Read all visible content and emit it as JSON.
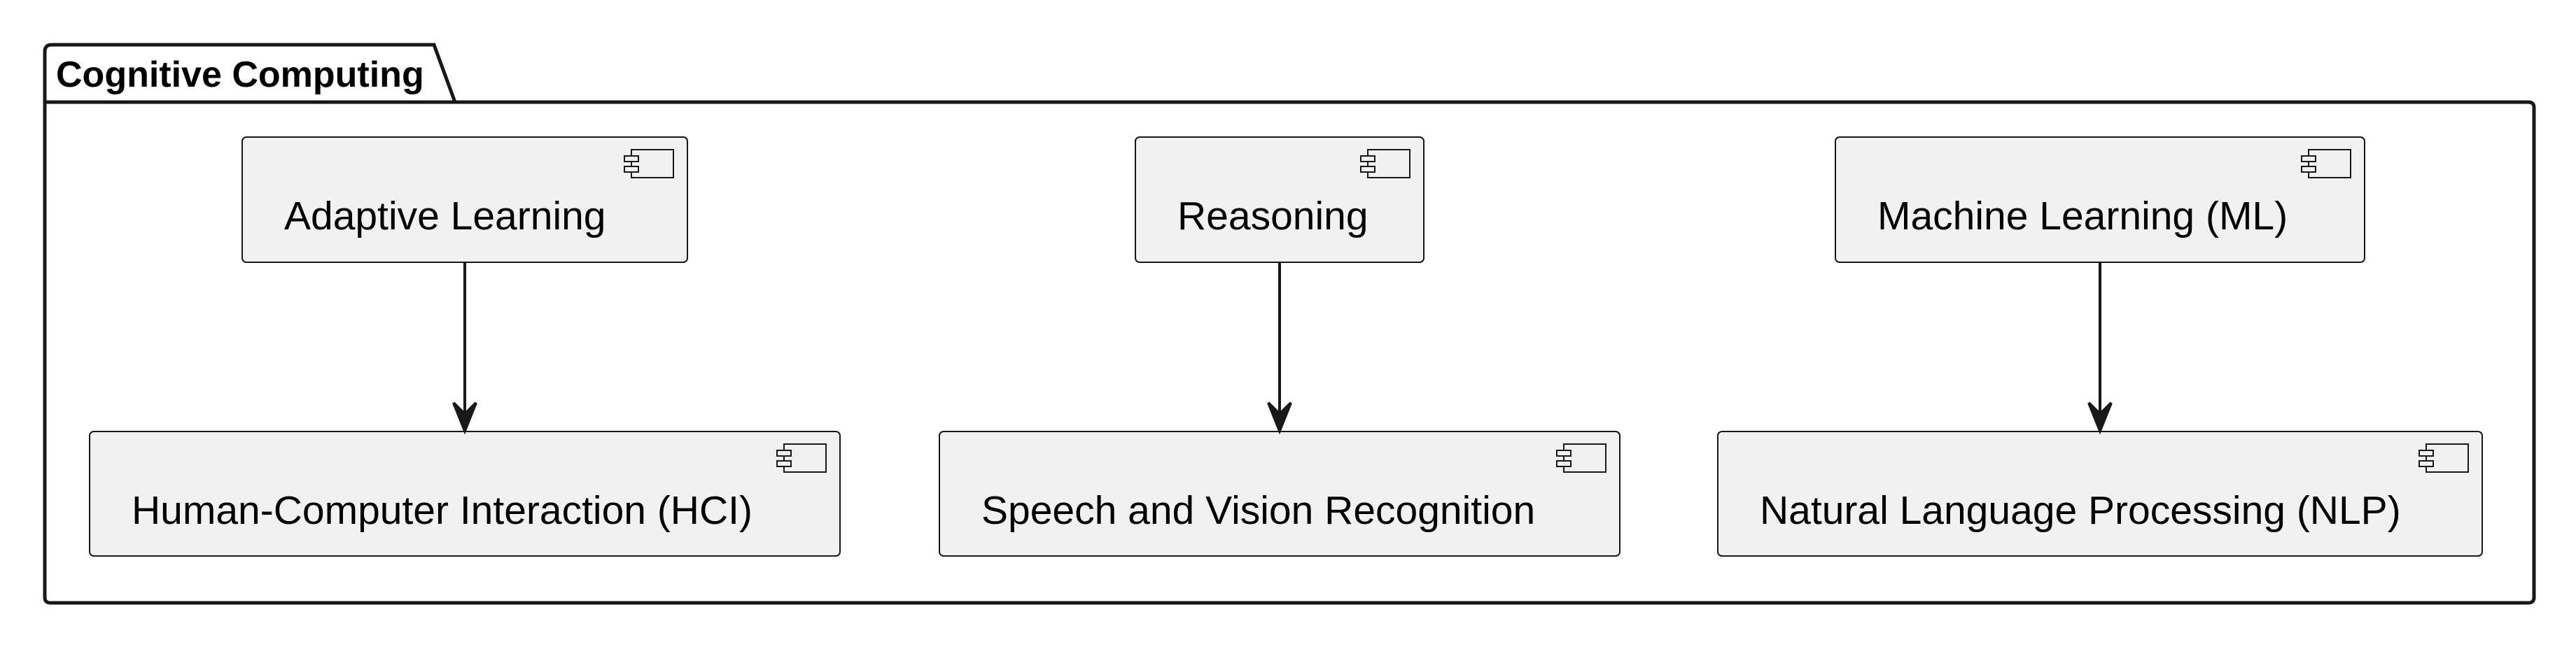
{
  "package": {
    "title": "Cognitive Computing"
  },
  "components": {
    "adaptive_learning": "Adaptive Learning",
    "reasoning": "Reasoning",
    "machine_learning": "Machine Learning (ML)",
    "hci": "Human-Computer Interaction (HCI)",
    "speech_vision": "Speech and Vision Recognition",
    "nlp": "Natural Language Processing (NLP)"
  },
  "relations": [
    {
      "from": "Adaptive Learning",
      "to": "Human-Computer Interaction (HCI)"
    },
    {
      "from": "Reasoning",
      "to": "Speech and Vision Recognition"
    },
    {
      "from": "Machine Learning (ML)",
      "to": "Natural Language Processing (NLP)"
    }
  ],
  "colors": {
    "component_fill": "#f1f1f1",
    "line": "#181818",
    "background": "#ffffff"
  },
  "icons": {
    "component": "uml-component-icon"
  }
}
